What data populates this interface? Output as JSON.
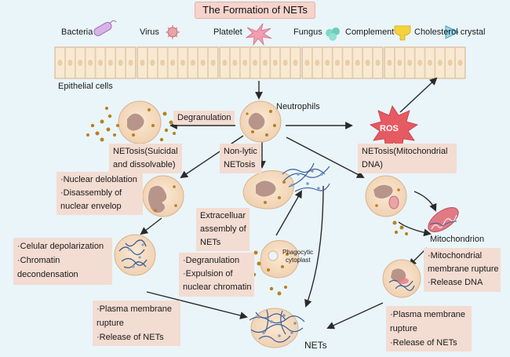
{
  "title": "The Formation of NETs",
  "top_labels": {
    "bacteria": "Bacteria",
    "virus": "Virus",
    "platelet": "Platelet",
    "fungus": "Fungus",
    "complement": "Complement",
    "cholesterol": "Cholesterol crystal"
  },
  "epithelial_label": "Epithelial cells",
  "neutrophils_label": "Neutrophils",
  "degranulation_label": "Degranulation",
  "ros_label": "ROS",
  "netosis_suicidal": [
    "NETosis(Suicidal",
    "and dissolvable)"
  ],
  "non_lytic": [
    "Non-lytic",
    "NETosis"
  ],
  "netosis_mito": [
    "NETosis(Mitochondrial",
    "DNA)"
  ],
  "nuclear_box": [
    "·Nuclear deloblation",
    "·Disassembly of",
    "nuclear envelop"
  ],
  "extracellular_box": [
    "Extracelluar",
    "assembly of",
    "NETs"
  ],
  "depolarization_box": [
    "·Celular depolarization",
    "·Chromatin",
    "decondensation"
  ],
  "phagocytic_label": [
    "Phagocytic",
    "cytoplast"
  ],
  "degran_box": [
    "·Degranulation",
    "·Expulsion of",
    "nuclear chromatin"
  ],
  "mitochondrion_label": "Mitochondrion",
  "mito_box": [
    "·Mitochondrial",
    "membrane rupture",
    "·Release DNA"
  ],
  "plasma_left_box": [
    "·Plasma membrane",
    "rupture",
    "·Release of NETs"
  ],
  "plasma_right_box": [
    "·Plasma membrane",
    "rupture",
    "·Release of NETs"
  ],
  "nets_label": "NETs",
  "colors": {
    "background": "#eaf5f9",
    "label_box": "#f3dcd2",
    "cell_fill": "#f6dcc0",
    "nucleus": "#b7958a",
    "granule": "#b8801e",
    "arrow": "#2a2a2a",
    "ros": "#e65a62",
    "dna": "#3f5f9a"
  }
}
